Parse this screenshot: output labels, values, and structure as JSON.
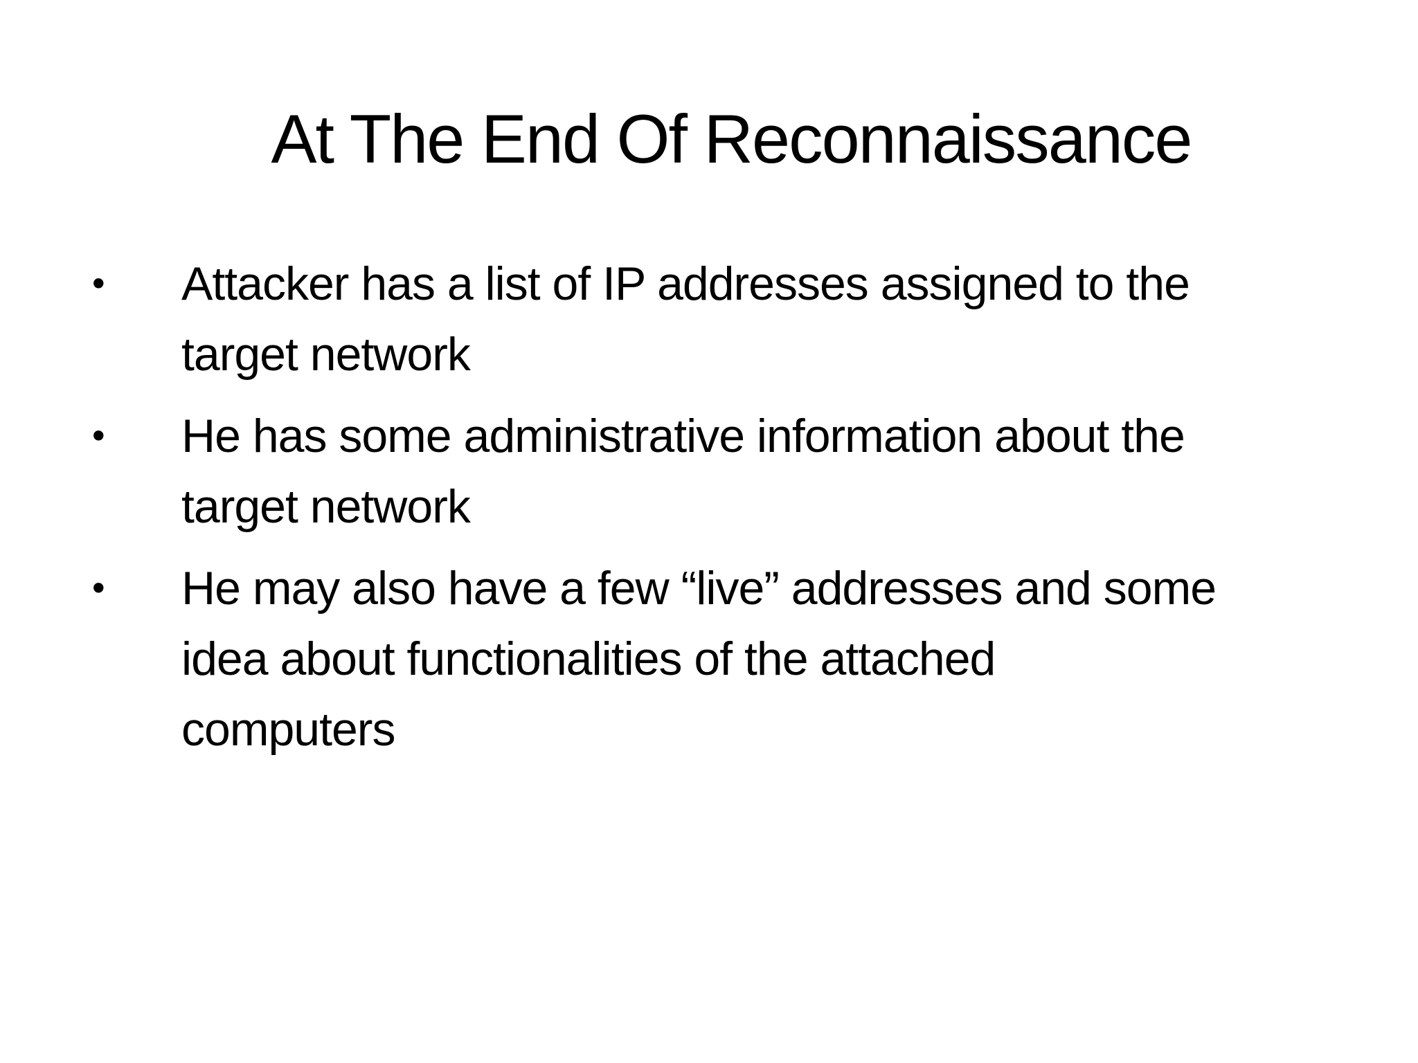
{
  "slide": {
    "title": "At The End Of Reconnaissance",
    "bullet_marker": "•",
    "bullets": [
      {
        "text": "Attacker has a list of IP addresses assigned to the\ntarget network"
      },
      {
        "text": "He has some administrative information about the\ntarget network"
      },
      {
        "text": "He may also have a few “live” addresses and some\nidea about functionalities of the attached\ncomputers"
      }
    ],
    "colors": {
      "background": "#ffffff",
      "text": "#000000"
    }
  }
}
